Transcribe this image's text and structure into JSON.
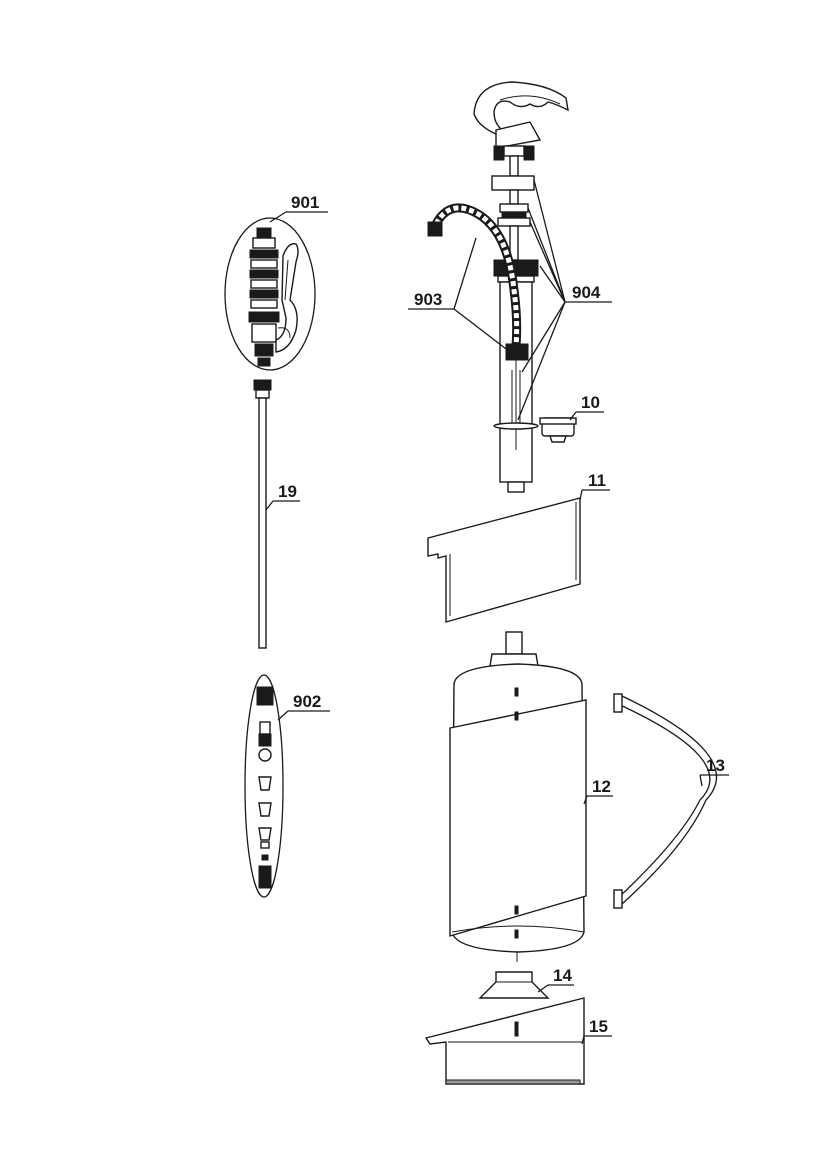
{
  "diagram": {
    "labels": {
      "l901": "901",
      "l902": "902",
      "l903": "903",
      "l904": "904",
      "l10": "10",
      "l11": "11",
      "l12": "12",
      "l13": "13",
      "l14": "14",
      "l15": "15",
      "l19": "19"
    },
    "colors": {
      "line": "#1a1a1a",
      "fill": "#ffffff",
      "grey": "#9a9a9a"
    }
  }
}
